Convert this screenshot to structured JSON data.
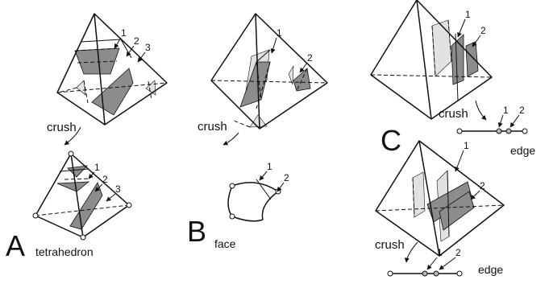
{
  "labels": {
    "crush": "crush",
    "n1": "1",
    "n2": "2",
    "n3": "3",
    "A": "A",
    "B": "B",
    "C": "C",
    "tetrahedron": "tetrahedron",
    "face": "face",
    "edge": "edge"
  },
  "colors": {
    "dark_region": "#8c8c8c",
    "light_region": "#e2e2e2",
    "line": "#111111"
  }
}
